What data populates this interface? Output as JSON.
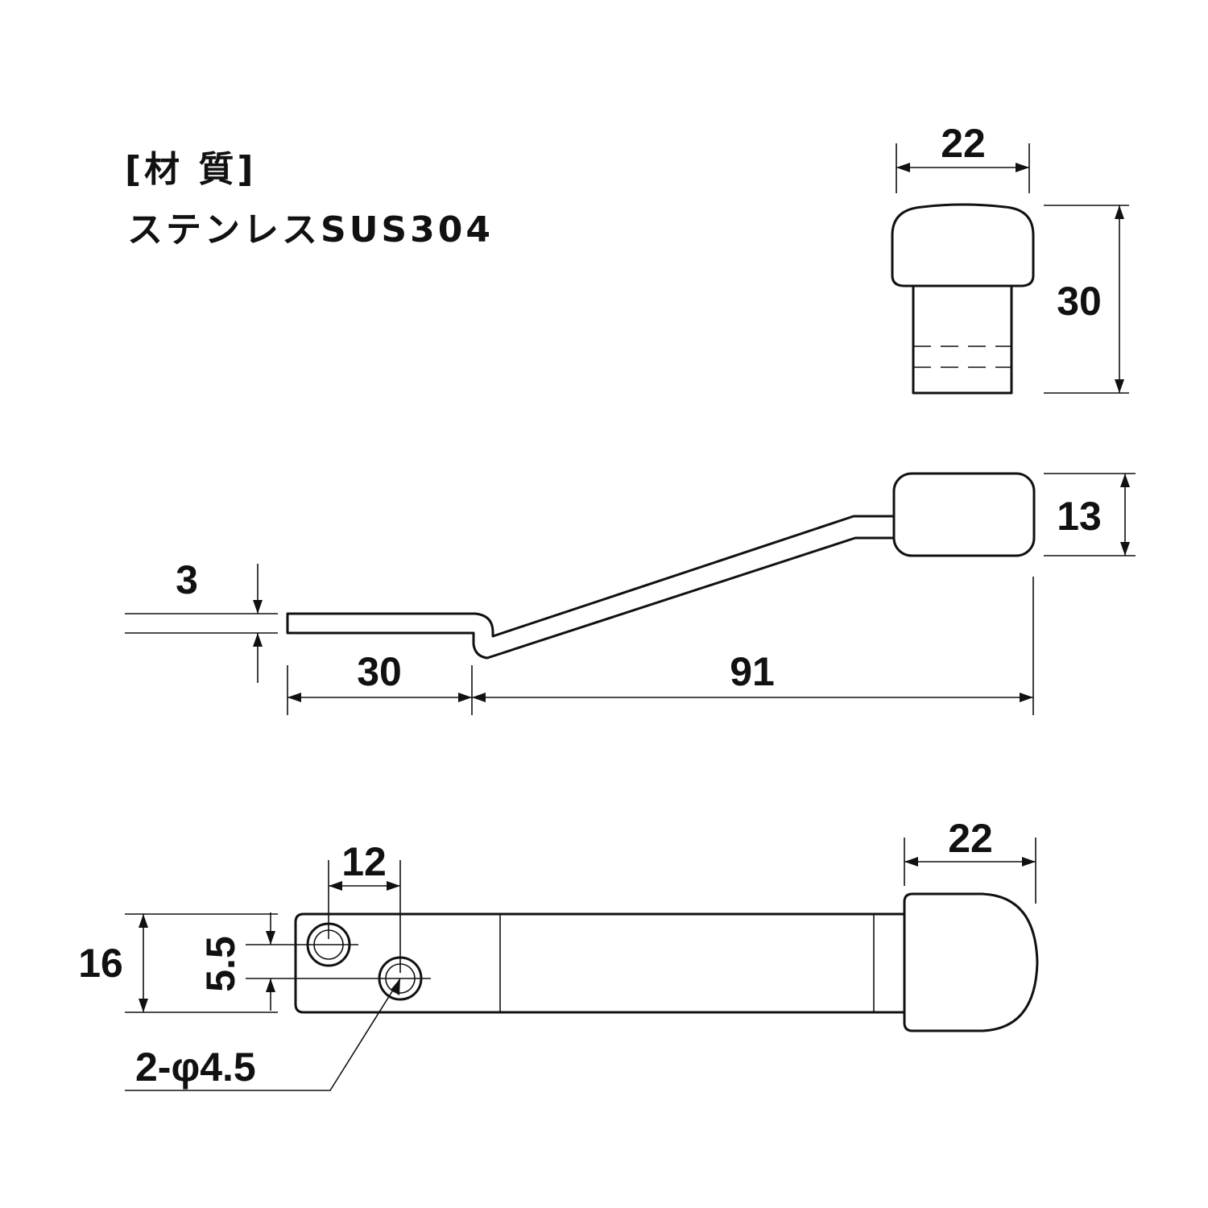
{
  "material": {
    "heading": "[材  質]",
    "value": "ステンレスSUS304"
  },
  "end_view": {
    "width_label": "22",
    "height_label": "30"
  },
  "side_view": {
    "thickness_label": "3",
    "flat_length_label": "30",
    "offset_length_label": "91",
    "knob_height_label": "13"
  },
  "top_view": {
    "width_label": "16",
    "hole_offset_label": "5.5",
    "hole_pitch_label": "12",
    "knob_width_label": "22",
    "hole_callout": "2-φ4.5"
  }
}
